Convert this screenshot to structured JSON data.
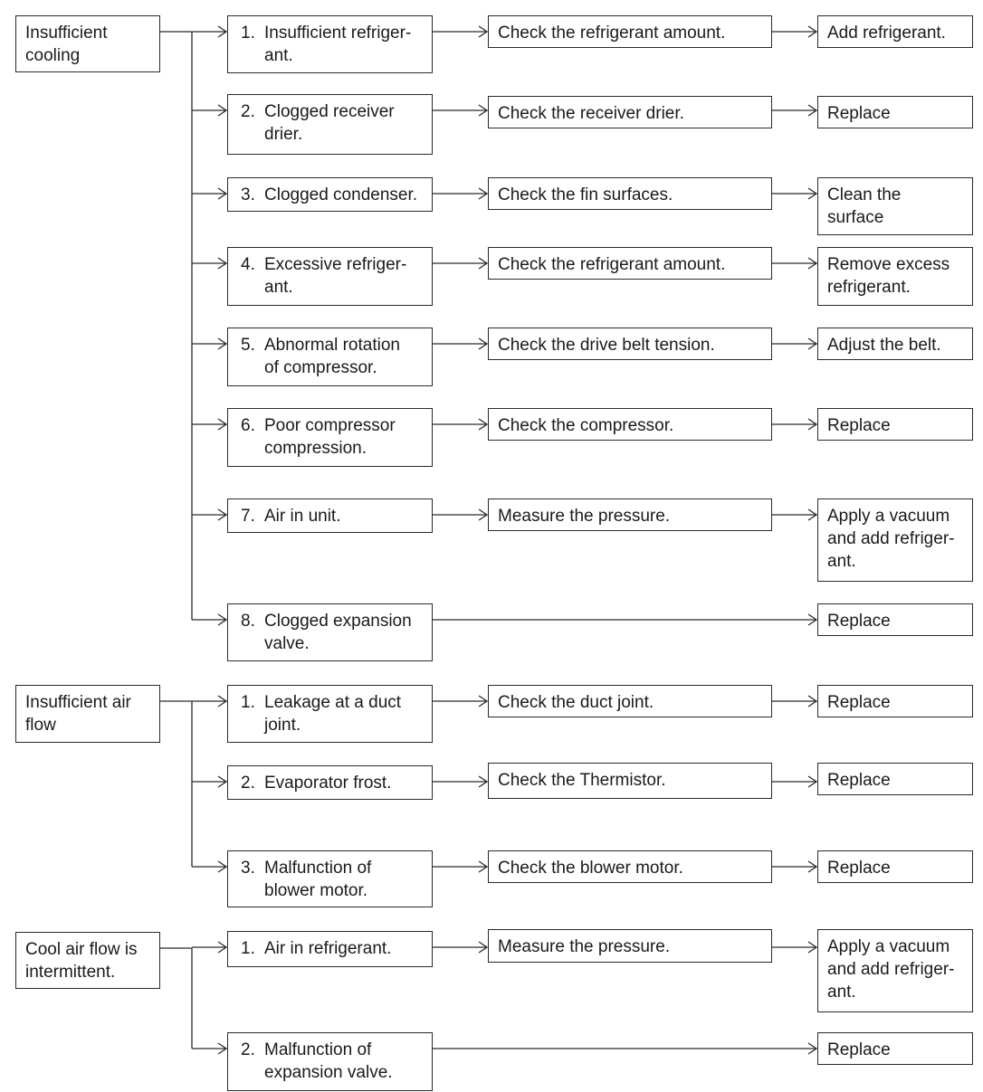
{
  "groups": [
    {
      "symptom": "Insufficient\ncooling",
      "causes": [
        {
          "num": "1.",
          "text": "Insufficient refriger-\nant.",
          "check": "Check the refrigerant amount.",
          "remedy": "Add refrigerant."
        },
        {
          "num": "2.",
          "text": "Clogged receiver\ndrier.",
          "check": "Check the receiver drier.",
          "remedy": "Replace"
        },
        {
          "num": "3.",
          "text": "Clogged condenser.",
          "check": "Check the fin surfaces.",
          "remedy": "Clean the\nsurface"
        },
        {
          "num": "4.",
          "text": "Excessive refriger-\nant.",
          "check": "Check the refrigerant amount.",
          "remedy": "Remove excess\nrefrigerant."
        },
        {
          "num": "5.",
          "text": "Abnormal rotation\nof compressor.",
          "check": "Check the drive belt tension.",
          "remedy": "Adjust the belt."
        },
        {
          "num": "6.",
          "text": "Poor compressor\ncompression.",
          "check": "Check the compressor.",
          "remedy": "Replace"
        },
        {
          "num": "7.",
          "text": "Air in unit.",
          "check": "Measure the pressure.",
          "remedy": "Apply a vacuum\nand add refriger-\nant."
        },
        {
          "num": "8.",
          "text": "Clogged expansion\nvalve.",
          "check": "",
          "remedy": "Replace"
        }
      ]
    },
    {
      "symptom": "Insufficient air\nflow",
      "causes": [
        {
          "num": "1.",
          "text": "Leakage at a duct\njoint.",
          "check": "Check the duct joint.",
          "remedy": "Replace"
        },
        {
          "num": "2.",
          "text": "Evaporator frost.",
          "check": "Check the Thermistor.",
          "remedy": "Replace"
        },
        {
          "num": "3.",
          "text": "Malfunction of\nblower motor.",
          "check": "Check the blower motor.",
          "remedy": "Replace"
        }
      ]
    },
    {
      "symptom": "Cool air flow is\nintermittent.",
      "causes": [
        {
          "num": "1.",
          "text": "Air in refrigerant.",
          "check": "Measure the pressure.",
          "remedy": "Apply a vacuum\nand add refriger-\nant."
        },
        {
          "num": "2.",
          "text": "Malfunction of\nexpansion valve.",
          "check": "",
          "remedy": "Replace"
        }
      ]
    }
  ]
}
